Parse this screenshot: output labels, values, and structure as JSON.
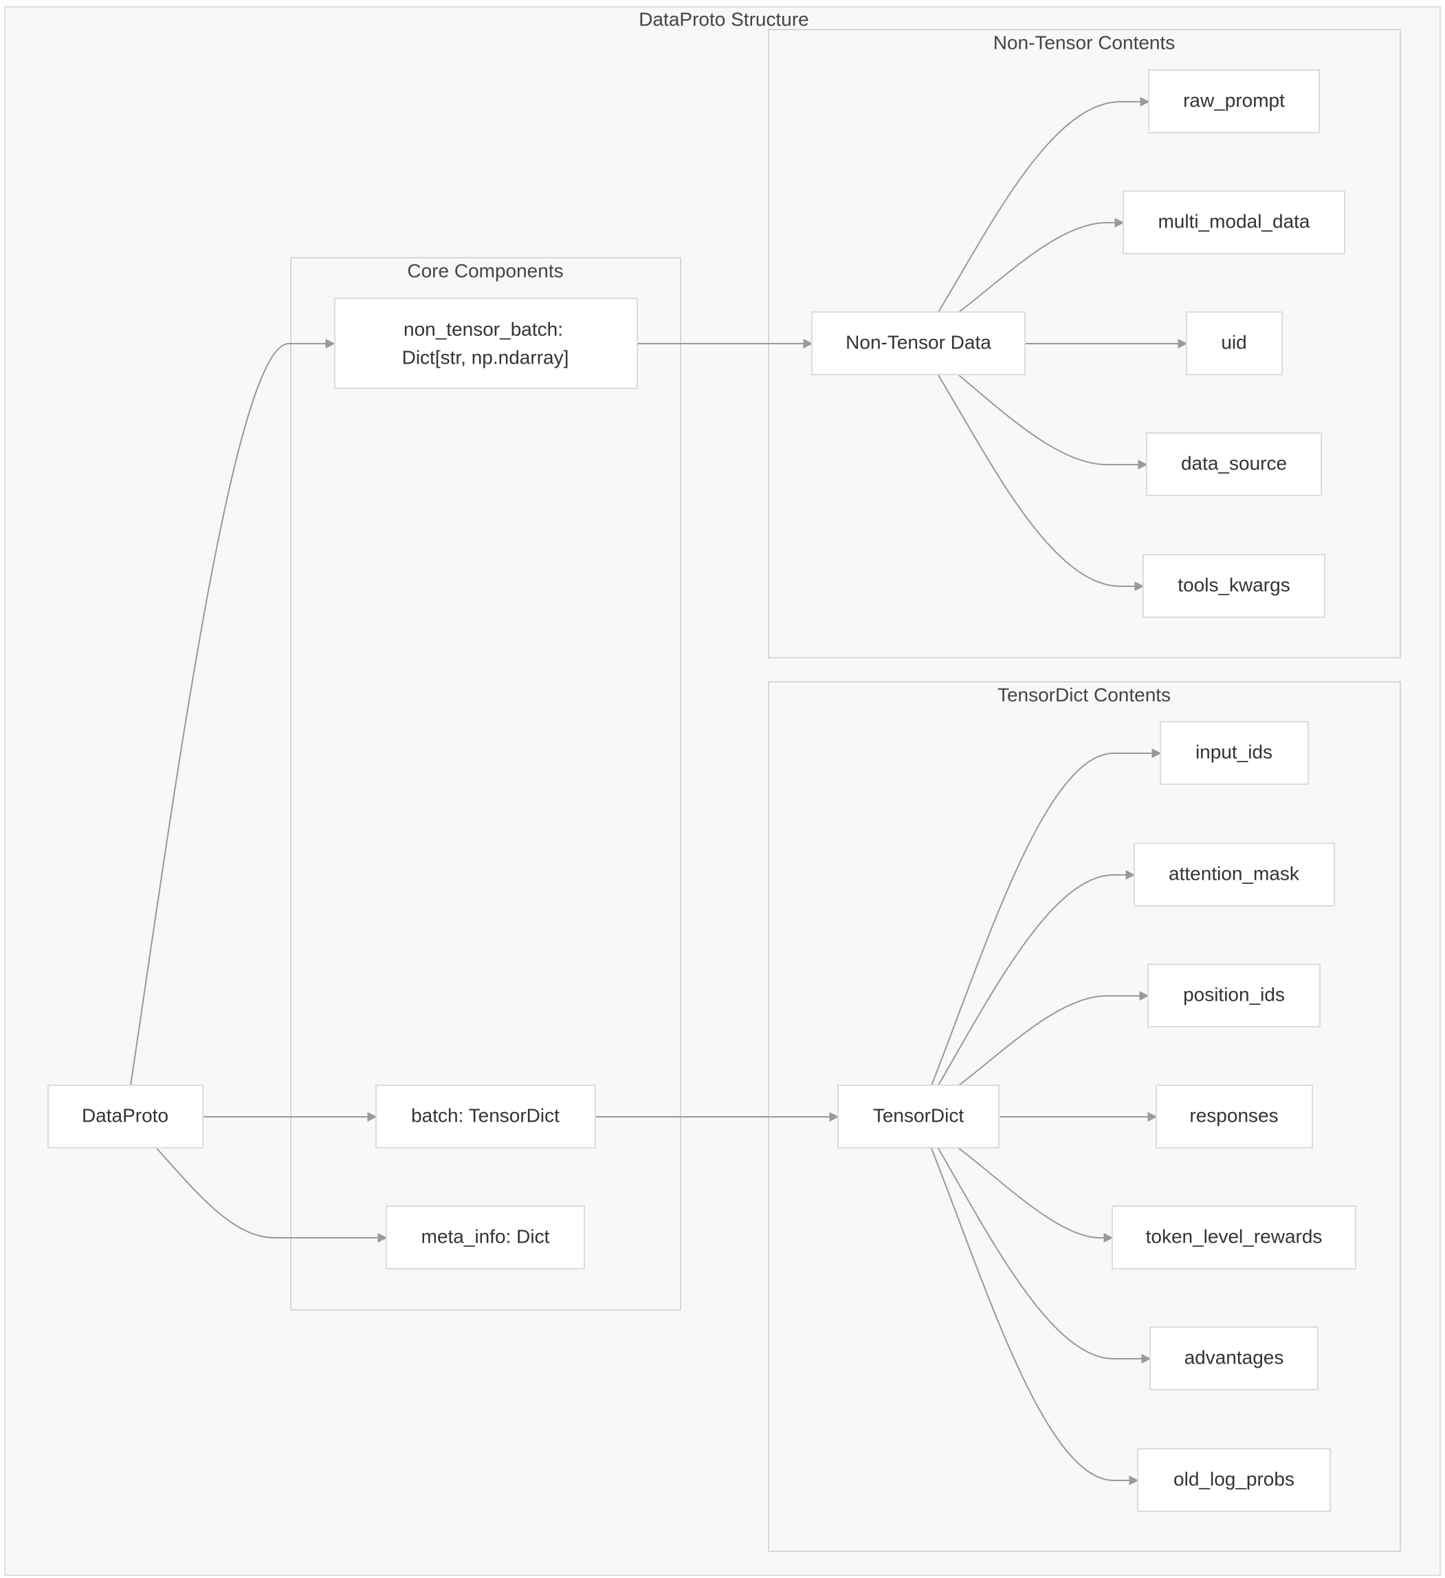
{
  "diagram": {
    "title": "DataProto Structure",
    "groups": {
      "non_tensor": "Non-Tensor Contents",
      "core": "Core Components",
      "tensordict": "TensorDict Contents"
    },
    "nodes": {
      "dataproto": "DataProto",
      "non_tensor_batch_line1": "non_tensor_batch:",
      "non_tensor_batch_line2": "Dict[str, np.ndarray]",
      "batch": "batch: TensorDict",
      "meta_info": "meta_info: Dict",
      "non_tensor_data": "Non-Tensor Data",
      "tensordict": "TensorDict",
      "raw_prompt": "raw_prompt",
      "multi_modal_data": "multi_modal_data",
      "uid": "uid",
      "data_source": "data_source",
      "tools_kwargs": "tools_kwargs",
      "input_ids": "input_ids",
      "attention_mask": "attention_mask",
      "position_ids": "position_ids",
      "responses": "responses",
      "token_level_rewards": "token_level_rewards",
      "advantages": "advantages",
      "old_log_probs": "old_log_probs"
    },
    "edges": [
      [
        "dataproto",
        "non_tensor_batch"
      ],
      [
        "dataproto",
        "batch"
      ],
      [
        "dataproto",
        "meta_info"
      ],
      [
        "non_tensor_batch",
        "non_tensor_data"
      ],
      [
        "batch",
        "tensordict"
      ],
      [
        "non_tensor_data",
        "raw_prompt"
      ],
      [
        "non_tensor_data",
        "multi_modal_data"
      ],
      [
        "non_tensor_data",
        "uid"
      ],
      [
        "non_tensor_data",
        "data_source"
      ],
      [
        "non_tensor_data",
        "tools_kwargs"
      ],
      [
        "tensordict",
        "input_ids"
      ],
      [
        "tensordict",
        "attention_mask"
      ],
      [
        "tensordict",
        "position_ids"
      ],
      [
        "tensordict",
        "responses"
      ],
      [
        "tensordict",
        "token_level_rewards"
      ],
      [
        "tensordict",
        "advantages"
      ],
      [
        "tensordict",
        "old_log_probs"
      ]
    ],
    "colors": {
      "background": "#f8f8f8",
      "node_fill": "#ffffff",
      "border": "#dcdcdc",
      "edge": "#999999",
      "text": "#333333"
    }
  }
}
